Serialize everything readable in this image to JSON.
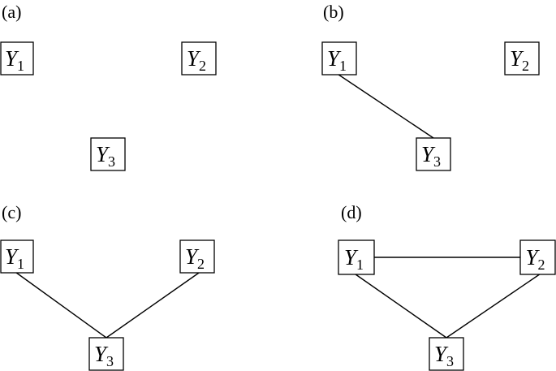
{
  "panels": [
    {
      "label": "(a)",
      "nodes": [
        {
          "id": "Y1",
          "var": "Y",
          "sub": "1"
        },
        {
          "id": "Y2",
          "var": "Y",
          "sub": "2"
        },
        {
          "id": "Y3",
          "var": "Y",
          "sub": "3"
        }
      ],
      "edges": []
    },
    {
      "label": "(b)",
      "nodes": [
        {
          "id": "Y1",
          "var": "Y",
          "sub": "1"
        },
        {
          "id": "Y2",
          "var": "Y",
          "sub": "2"
        },
        {
          "id": "Y3",
          "var": "Y",
          "sub": "3"
        }
      ],
      "edges": [
        [
          "Y1",
          "Y3"
        ]
      ]
    },
    {
      "label": "(c)",
      "nodes": [
        {
          "id": "Y1",
          "var": "Y",
          "sub": "1"
        },
        {
          "id": "Y2",
          "var": "Y",
          "sub": "2"
        },
        {
          "id": "Y3",
          "var": "Y",
          "sub": "3"
        }
      ],
      "edges": [
        [
          "Y1",
          "Y3"
        ],
        [
          "Y2",
          "Y3"
        ]
      ]
    },
    {
      "label": "(d)",
      "nodes": [
        {
          "id": "Y1",
          "var": "Y",
          "sub": "1"
        },
        {
          "id": "Y2",
          "var": "Y",
          "sub": "2"
        },
        {
          "id": "Y3",
          "var": "Y",
          "sub": "3"
        }
      ],
      "edges": [
        [
          "Y1",
          "Y2"
        ],
        [
          "Y1",
          "Y3"
        ],
        [
          "Y2",
          "Y3"
        ]
      ]
    }
  ]
}
